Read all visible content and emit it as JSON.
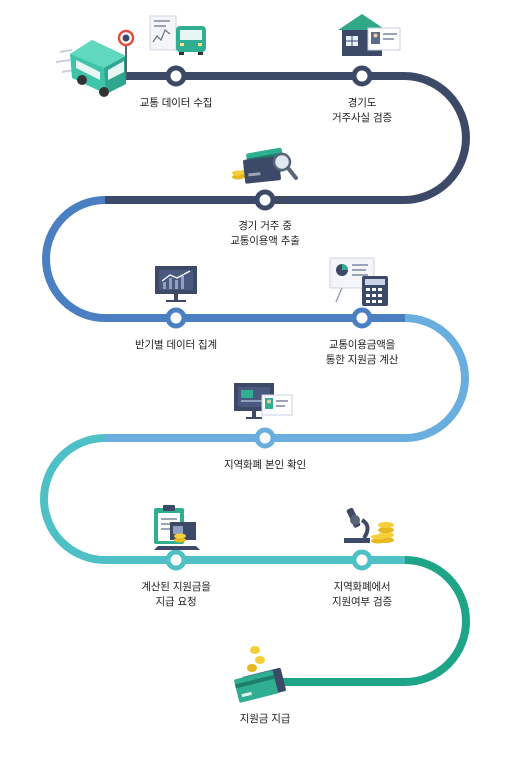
{
  "steps": [
    {
      "id": 1,
      "lines": [
        "교통 데이터 수집"
      ]
    },
    {
      "id": 2,
      "lines": [
        "경기도",
        "거주사실 검증"
      ]
    },
    {
      "id": 3,
      "lines": [
        "경기 거주 중",
        "교통이용액 추출"
      ]
    },
    {
      "id": 4,
      "lines": [
        "반기별 데이터 집계"
      ]
    },
    {
      "id": 5,
      "lines": [
        "교통이용금액을",
        "통한 지원금 계산"
      ]
    },
    {
      "id": 6,
      "lines": [
        "지역화폐 본인 확인"
      ]
    },
    {
      "id": 7,
      "lines": [
        "계산된 지원금을",
        "지급 요청"
      ]
    },
    {
      "id": 8,
      "lines": [
        "지역화폐에서",
        "지원여부 검증"
      ]
    },
    {
      "id": 9,
      "lines": [
        "지원금 지급"
      ]
    }
  ],
  "icons": [
    "bus-icon",
    "no-entry-sign-icon",
    "transit-data-icon",
    "house-id-icon",
    "card-search-icon",
    "monitor-chart-icon",
    "calculator-report-icon",
    "monitor-id-icon",
    "clipboard-coins-icon",
    "microscope-coins-icon",
    "card-payment-icon"
  ],
  "colors": {
    "navy": "#3c4a68",
    "blue": "#4a7fc1",
    "lightblue": "#6aaedf",
    "teal": "#4fc1c6",
    "green": "#1ea486"
  }
}
